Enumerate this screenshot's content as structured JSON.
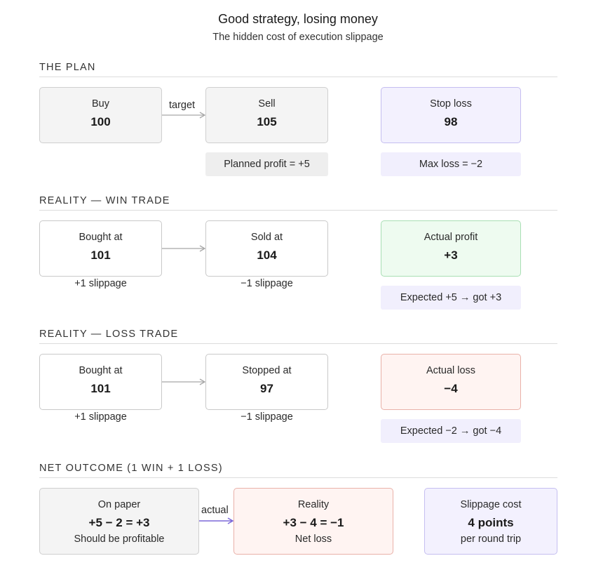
{
  "title": "Good strategy, losing money",
  "subtitle": "The hidden cost of execution slippage",
  "plan": {
    "heading": "THE PLAN",
    "buy": {
      "label": "Buy",
      "value": "100"
    },
    "arrow_label": "target",
    "sell": {
      "label": "Sell",
      "value": "105"
    },
    "stop": {
      "label": "Stop loss",
      "value": "98"
    },
    "planned_profit": "Planned profit = +5",
    "max_loss": "Max loss = −2"
  },
  "win": {
    "heading": "REALITY — WIN TRADE",
    "bought": {
      "label": "Bought at",
      "value": "101",
      "slippage": "+1 slippage"
    },
    "sold": {
      "label": "Sold at",
      "value": "104",
      "slippage": "−1 slippage"
    },
    "result": {
      "label": "Actual profit",
      "value": "+3"
    },
    "compare": "Expected +5 → got +3"
  },
  "loss": {
    "heading": "REALITY — LOSS TRADE",
    "bought": {
      "label": "Bought at",
      "value": "101",
      "slippage": "+1 slippage"
    },
    "stopped": {
      "label": "Stopped at",
      "value": "97",
      "slippage": "−1 slippage"
    },
    "result": {
      "label": "Actual loss",
      "value": "−4"
    },
    "compare": "Expected −2 → got −4"
  },
  "net": {
    "heading": "NET OUTCOME (1 WIN + 1 LOSS)",
    "paper": {
      "label": "On paper",
      "value": "+5 − 2 = +3",
      "note": "Should be profitable"
    },
    "arrow_label": "actual",
    "reality": {
      "label": "Reality",
      "value": "+3 − 4 = −1",
      "note": "Net loss"
    },
    "cost": {
      "label": "Slippage cost",
      "value": "4 points",
      "note": "per round trip"
    }
  },
  "colors": {
    "gray_box": "#f4f4f4",
    "purple_box": "#f3f1fe",
    "green_box": "#eefbf0",
    "red_box": "#fff4f2",
    "arrow_gray": "#a8a8a8",
    "arrow_purple": "#7b68d8"
  }
}
